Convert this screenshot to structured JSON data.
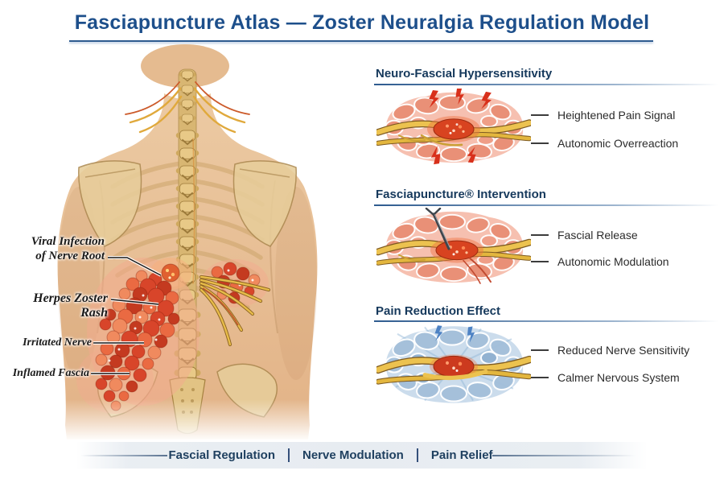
{
  "title": {
    "text": "Fasciapuncture Atlas — Zoster Neuralgia Regulation Model"
  },
  "anatomy_labels": [
    {
      "lines": [
        "Viral Infection",
        "of Nerve Root"
      ]
    },
    {
      "lines": [
        "Herpes Zoster Rash"
      ]
    },
    {
      "lines": [
        "Irritated Nerve"
      ]
    },
    {
      "lines": [
        "Inflamed Fascia"
      ]
    }
  ],
  "panels": [
    {
      "title": "Neuro-Fascial Hypersensitivity",
      "labels": [
        "Heightened Pain Signal",
        "Autonomic Overreaction"
      ]
    },
    {
      "title": "Fasciapuncture® Intervention",
      "labels": [
        "Fascial Release",
        "Autonomic Modulation"
      ]
    },
    {
      "title": "Pain Reduction Effect",
      "labels": [
        "Reduced Nerve Sensitivity",
        "Calmer Nervous System"
      ]
    }
  ],
  "footer": {
    "items": [
      "Fascial Regulation",
      "Nerve Modulation",
      "Pain Relief"
    ]
  },
  "colors": {
    "title_blue": "#1d4f8b",
    "header_navy": "#16395c",
    "footer_navy": "#1f4060",
    "rash_red": "#d8452a",
    "nerve_yellow": "#e8bc4a",
    "calm_blue": "#4d82c4",
    "skin": "#e9c49c",
    "bone": "#e3c482"
  }
}
